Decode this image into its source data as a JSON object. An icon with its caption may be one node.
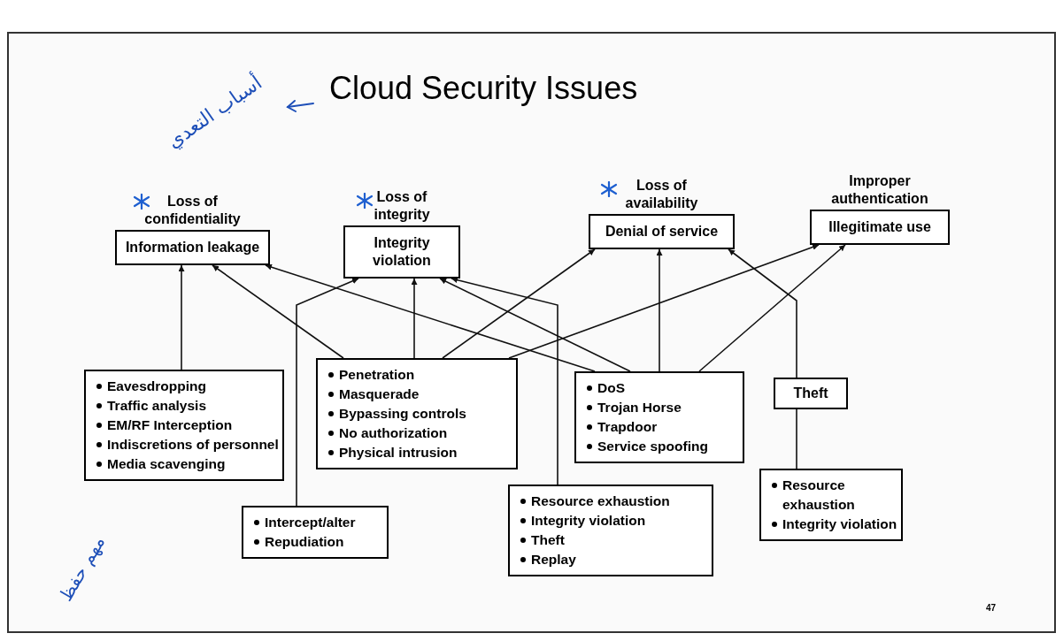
{
  "diagram": {
    "title": "Cloud Security Issues",
    "nodes": [
      {
        "text": [
          "Loss of confidentiality",
          "Information leakage"
        ]
      },
      {
        "text": [
          "Loss of integrity",
          "Integrity violation"
        ]
      },
      {
        "text": [
          "Loss of availability",
          "Denial of service"
        ]
      },
      {
        "text": [
          "Improper authentication",
          "Illegitimate use"
        ]
      },
      {
        "text": [
          "Eavesdropping",
          "Traffic analysis",
          "EM/RF Interception",
          "Indiscretions of personnel",
          "Media scavenging"
        ]
      },
      {
        "text": [
          "Intercept/alter",
          "Repudiation"
        ]
      },
      {
        "text": [
          "Penetration",
          "Masquerade",
          "Bypassing controls",
          "No authorization",
          "Physical intrusion"
        ]
      },
      {
        "text": [
          "Resource exhaustion",
          "Integrity violation",
          "Theft",
          "Replay"
        ]
      },
      {
        "text": [
          "DoS",
          "Trojan Horse",
          "Trapdoor",
          "Service spoofing"
        ]
      },
      {
        "text": [
          "Theft"
        ]
      },
      {
        "text": [
          "Resource exhaustion",
          "Integrity violation"
        ]
      }
    ],
    "edges": [
      {
        "from": 4,
        "to": 0,
        "arrow": "to"
      },
      {
        "from": 5,
        "to": 1,
        "arrow": "to"
      },
      {
        "from": 6,
        "to": 0,
        "arrow": "to"
      },
      {
        "from": 6,
        "to": 1,
        "arrow": "to"
      },
      {
        "from": 6,
        "to": 2,
        "arrow": "to"
      },
      {
        "from": 6,
        "to": 3,
        "arrow": "to"
      },
      {
        "from": 8,
        "to": 0,
        "arrow": "to"
      },
      {
        "from": 8,
        "to": 1,
        "arrow": "to"
      },
      {
        "from": 7,
        "to": 1,
        "arrow": "to"
      },
      {
        "from": 8,
        "to": 2,
        "arrow": "to"
      },
      {
        "from": 8,
        "to": 3,
        "arrow": "to"
      },
      {
        "from": 9,
        "to": 2,
        "arrow": "to"
      },
      {
        "from": 10,
        "to": 9,
        "arrow": "none"
      }
    ],
    "labels": [
      "أسباب التعدي",
      "مهم حفظ",
      "47"
    ]
  }
}
